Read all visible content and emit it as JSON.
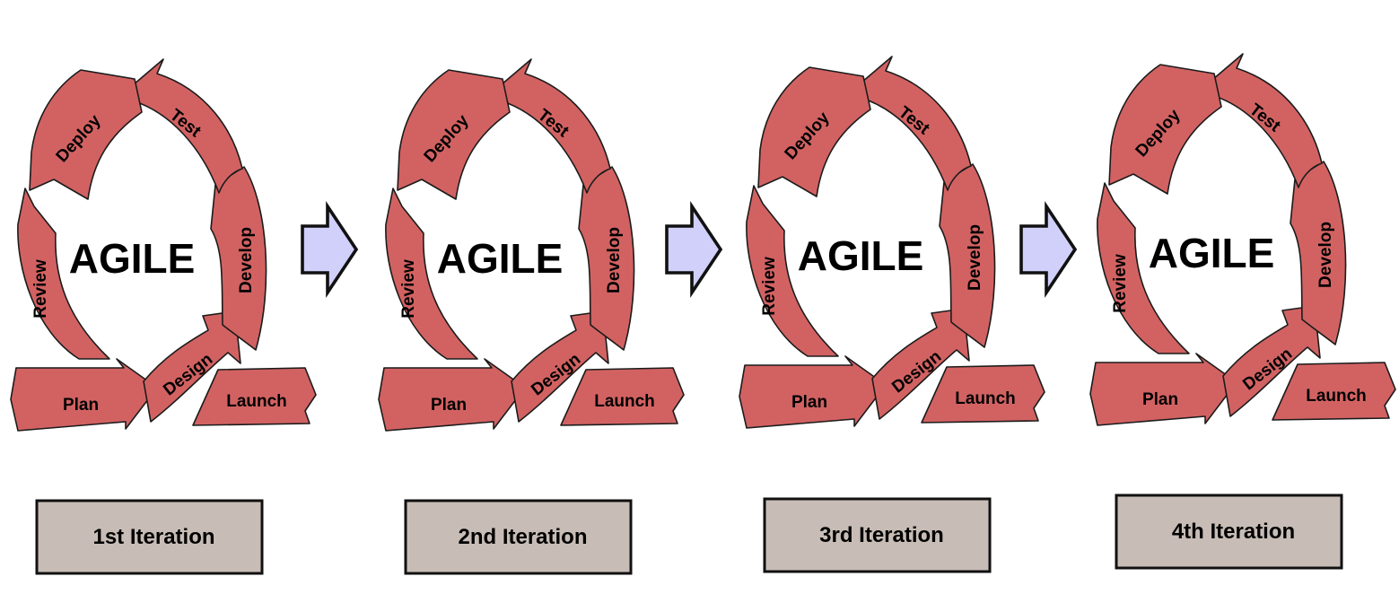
{
  "center_label": "AGILE",
  "stages": {
    "plan": "Plan",
    "design": "Design",
    "develop": "Develop",
    "test": "Test",
    "deploy": "Deploy",
    "review": "Review",
    "launch": "Launch"
  },
  "iterations": [
    {
      "label": "1st Iteration"
    },
    {
      "label": "2nd Iteration"
    },
    {
      "label": "3rd Iteration"
    },
    {
      "label": "4th Iteration"
    }
  ],
  "colors": {
    "segment_fill": "#d26262",
    "transition_arrow_fill": "#d0d0fa",
    "iteration_box_fill": "#c8bdb6"
  }
}
